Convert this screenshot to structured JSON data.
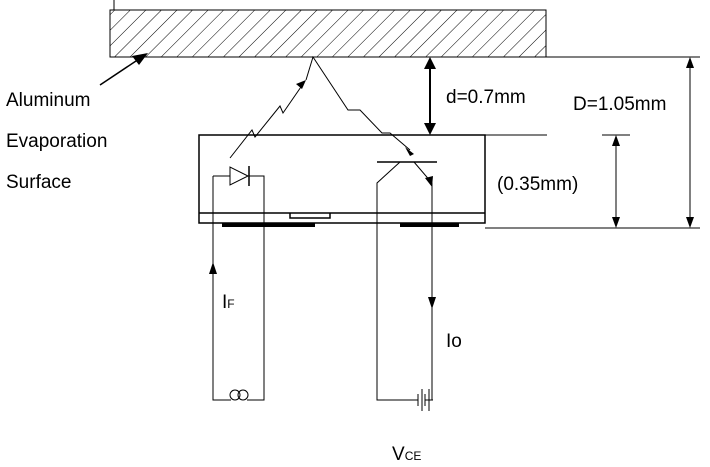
{
  "labels": {
    "surface_line1": "Aluminum",
    "surface_line2": "Evaporation",
    "surface_line3": "Surface",
    "gap_d": "d=0.7mm",
    "distance_D": "D=1.05mm",
    "package_thickness": "(0.35mm)",
    "forward_current_main": "I",
    "forward_current_sub": "F",
    "output_current": "Io",
    "vce_main": "V",
    "vce_sub": "CE"
  },
  "colors": {
    "line": "#000000",
    "background": "#ffffff"
  }
}
